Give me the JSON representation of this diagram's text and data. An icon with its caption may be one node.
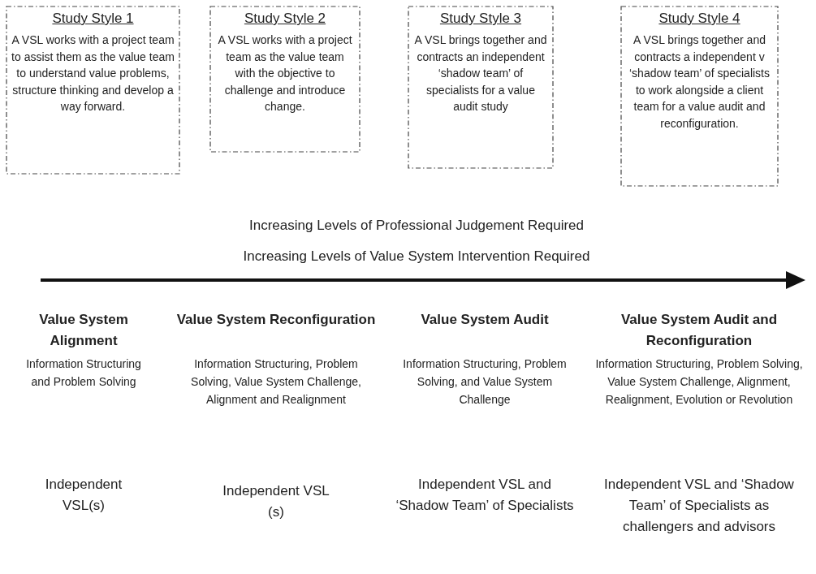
{
  "diagram": {
    "nodes": [
      {
        "text": [
          "Study Style 1",
          "A VSL works with a project team to assist them as the value team to understand value problems, structure thinking and develop a way forward."
        ]
      },
      {
        "text": [
          "Study Style 2",
          "A VSL works with a project team as the value team with the objective to challenge and introduce change."
        ]
      },
      {
        "text": [
          "Study Style 3",
          "A VSL brings together and contracts an independent ‘shadow team’ of specialists for a value audit study"
        ]
      },
      {
        "text": [
          "Study Style 4",
          "A VSL brings together and contracts a independent v ‘shadow team’ of specialists to work alongside a client team for a value audit and reconfiguration."
        ]
      }
    ],
    "labels": [
      "Increasing Levels of Professional Judgement Required",
      "Increasing Levels of Value System Intervention Required",
      "Value System Alignment",
      "Value System Reconfiguration",
      "Value System Audit",
      "Value System Audit and Reconfiguration",
      "Information Structuring and Problem Solving",
      "Information Structuring, Problem Solving, Value System Challenge, Alignment and Realignment",
      "Information Structuring, Problem Solving, and Value System Challenge",
      "Information Structuring, Problem Solving, Value System Challenge, Alignment, Realignment, Evolution or Revolution",
      "Independent VSL(s)",
      "Independent VSL (s)",
      "Independent VSL and ‘Shadow Team’ of Specialists",
      "Independent VSL and ‘Shadow Team’ of Specialists as challengers and advisors"
    ]
  }
}
